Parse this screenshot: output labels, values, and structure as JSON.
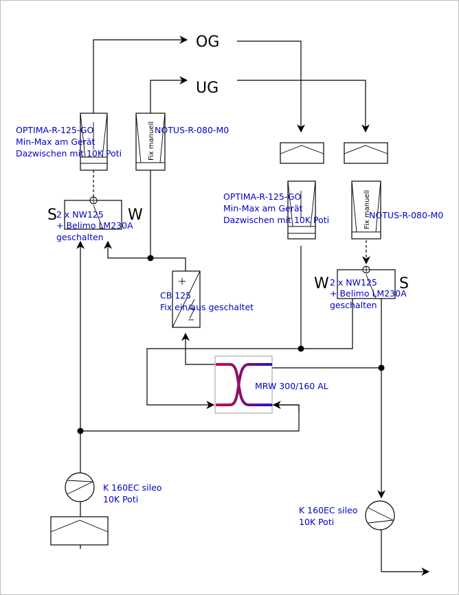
{
  "floors": {
    "og": "OG",
    "ug": "UG"
  },
  "left_supply_damper": {
    "line1": "OPTIMA-R-125-GO",
    "line2": "Min-Max am Gerät",
    "line3": "Dazwischen mit 10K Poti"
  },
  "left_exhaust_damper": {
    "label": "NOTUS-R-080-M0",
    "fix": "Fix manuell"
  },
  "right_supply_damper": {
    "line1": "OPTIMA-R-125-GO",
    "line2": "Min-Max am Gerät",
    "line3": "Dazwischen mit 10K Poti"
  },
  "right_exhaust_damper": {
    "label": "NOTUS-R-080-M0",
    "fix": "Fix manuell"
  },
  "left_mixer": {
    "s": "S",
    "w": "W",
    "line1": "2 x NW125",
    "line2": "+ Belimo LM230A",
    "line3": "geschalten"
  },
  "right_mixer": {
    "s": "S",
    "w": "W",
    "line1": "2 x NW125",
    "line2": "+ Belimo LM230A",
    "line3": "geschalten"
  },
  "heater": {
    "line1": "CB 125",
    "line2": "Fix ein/aus geschaltet"
  },
  "heat_exchanger": {
    "label": "MRW 300/160 AL"
  },
  "left_fan": {
    "line1": "K 160EC sileo",
    "line2": "10K Poti"
  },
  "right_fan": {
    "line1": "K 160EC sileo",
    "line2": "10K Poti"
  },
  "colors": {
    "label_blue": "#0000c8",
    "hot": "#d0102a",
    "cold": "#2b10d0"
  }
}
